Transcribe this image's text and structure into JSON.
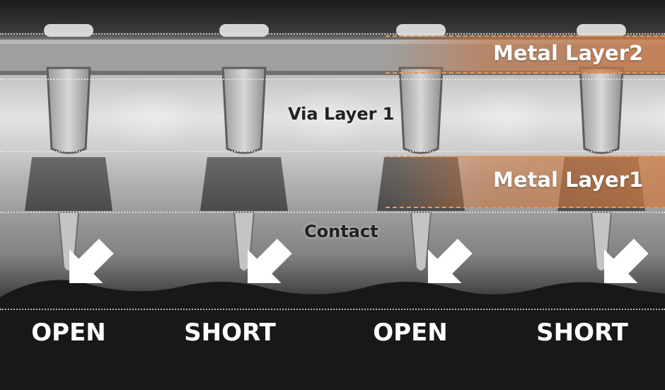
{
  "layers": {
    "metal2": "Metal Layer2",
    "via1": "Via Layer 1",
    "metal1": "Metal Layer1",
    "contact": "Contact"
  },
  "defects": [
    "OPEN",
    "SHORT",
    "OPEN",
    "SHORT"
  ],
  "colors": {
    "band_orange": "#c8743c",
    "dashed_orange": "#e09a5e",
    "label_white": "#ffffff",
    "label_dark": "#222222"
  }
}
